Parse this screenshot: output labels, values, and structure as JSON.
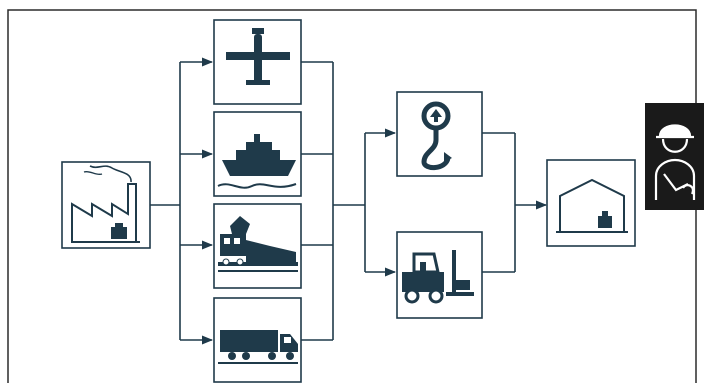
{
  "diagram": {
    "type": "logistics-flow",
    "colors": {
      "ink": "#1f3a4a",
      "frame": "#2b2b2b",
      "background": "#ffffff",
      "badge_bg": "#1a1a1a",
      "badge_fg": "#ffffff"
    },
    "nodes": [
      {
        "id": "factory",
        "icon": "factory-icon"
      },
      {
        "id": "air",
        "icon": "airplane-icon"
      },
      {
        "id": "sea",
        "icon": "ship-icon"
      },
      {
        "id": "rail",
        "icon": "train-icon"
      },
      {
        "id": "road",
        "icon": "truck-icon"
      },
      {
        "id": "crane",
        "icon": "crane-hook-icon"
      },
      {
        "id": "forklift",
        "icon": "forklift-icon"
      },
      {
        "id": "warehouse",
        "icon": "warehouse-icon"
      },
      {
        "id": "worker",
        "icon": "worker-icon"
      }
    ],
    "edges": [
      {
        "from": "factory",
        "to": "air"
      },
      {
        "from": "factory",
        "to": "sea"
      },
      {
        "from": "factory",
        "to": "rail"
      },
      {
        "from": "factory",
        "to": "road"
      },
      {
        "from": "transport",
        "to": "crane"
      },
      {
        "from": "transport",
        "to": "forklift"
      },
      {
        "from": "handling",
        "to": "warehouse"
      }
    ]
  }
}
